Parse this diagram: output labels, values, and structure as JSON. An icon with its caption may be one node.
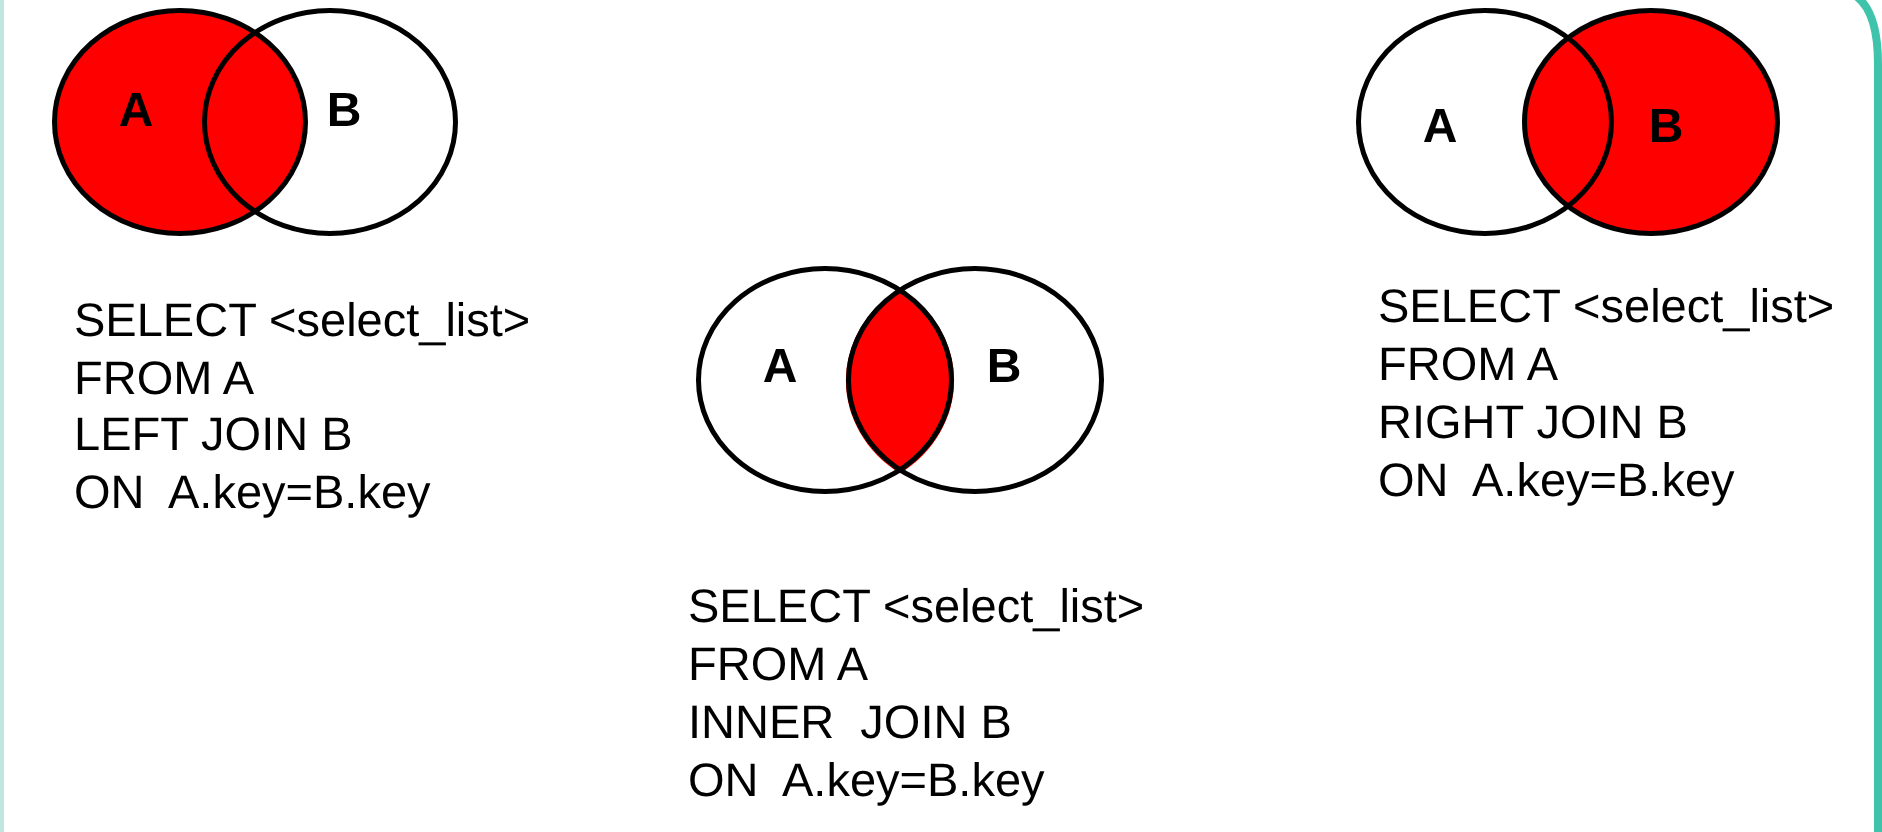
{
  "diagram": {
    "nodes": [
      {
        "text": [
          "A"
        ]
      },
      {
        "text": [
          "B"
        ]
      },
      {
        "text": [
          "A"
        ]
      },
      {
        "text": [],
        "shape": "lens"
      },
      {
        "text": [
          "B"
        ]
      },
      {
        "text": [
          "A"
        ]
      },
      {
        "text": [
          "B"
        ]
      }
    ],
    "labels": [
      "SELECT <select_list>",
      "FROM A",
      "LEFT JOIN B",
      "ON  A.key=B.key",
      "SELECT <select_list>",
      "FROM A",
      "INNER  JOIN B",
      "ON  A.key=B.key",
      "SELECT <select_list>",
      "FROM A",
      "RIGHT JOIN B",
      "ON  A.key=B.key"
    ]
  }
}
